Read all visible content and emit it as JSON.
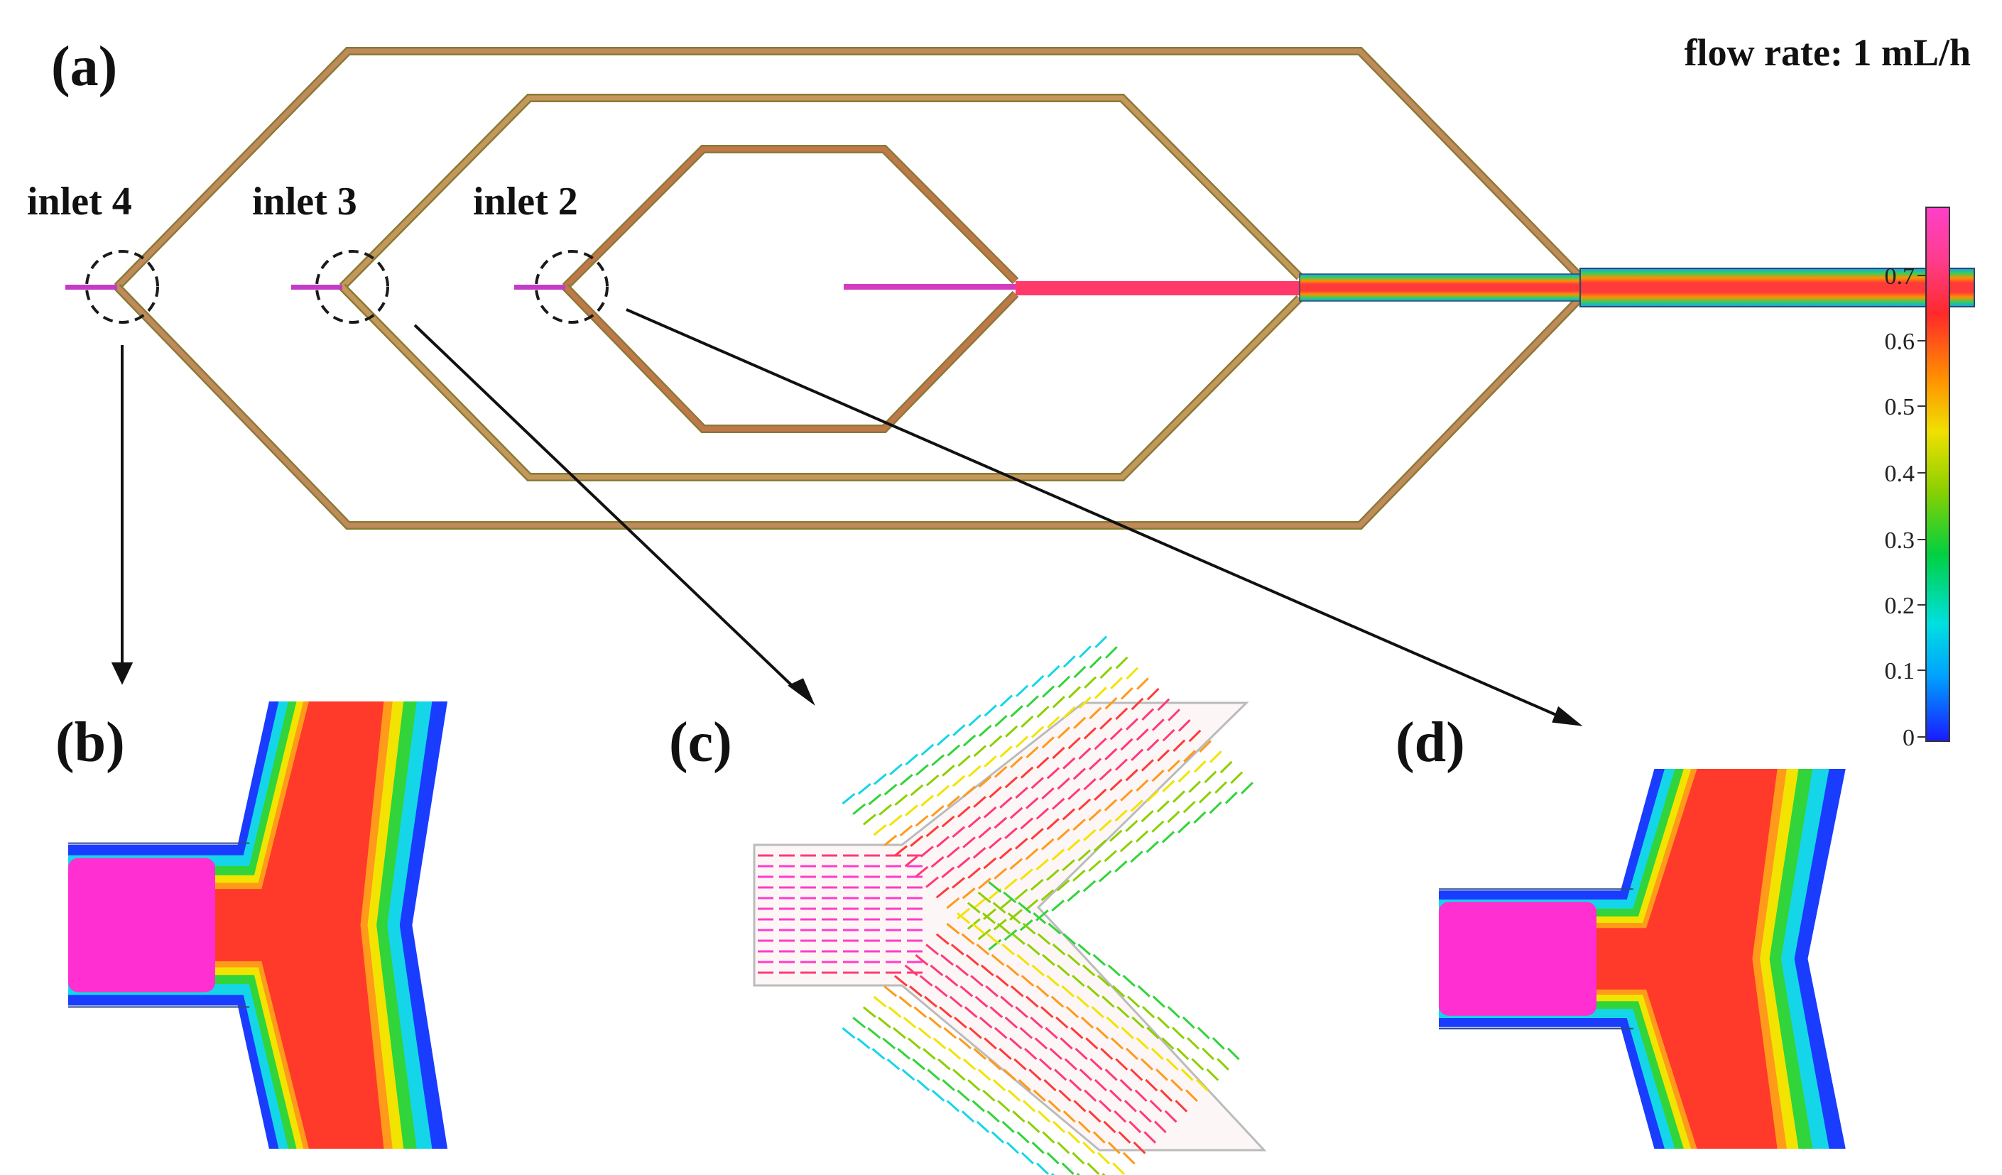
{
  "panels": {
    "a": "(a)",
    "b": "(b)",
    "c": "(c)",
    "d": "(d)"
  },
  "flow_rate": "flow rate: 1 mL/h",
  "inlets": {
    "inlet4": "inlet 4",
    "inlet3": "inlet 3",
    "inlet2": "inlet 2"
  },
  "colorbar": {
    "ticks": [
      "0.7",
      "0.6",
      "0.5",
      "0.4",
      "0.3",
      "0.2",
      "0.1",
      "0"
    ],
    "stops": [
      "#1a1aff",
      "#00a0ff",
      "#00e0e0",
      "#00d040",
      "#8cd000",
      "#f0e000",
      "#ff9000",
      "#ff2a2a",
      "#ff3c8c",
      "#ff40c8"
    ]
  },
  "colors": {
    "channel": "#b07a4c",
    "channel_edge": "#9c8a3c",
    "magenta": "#ff2fd2",
    "pink": "#ff3a78",
    "red": "#ff3a2a",
    "orange": "#ff9a1a",
    "yellow": "#f2e400",
    "green": "#31d43a",
    "cyan": "#15d6e8",
    "blue": "#1a3cff"
  }
}
